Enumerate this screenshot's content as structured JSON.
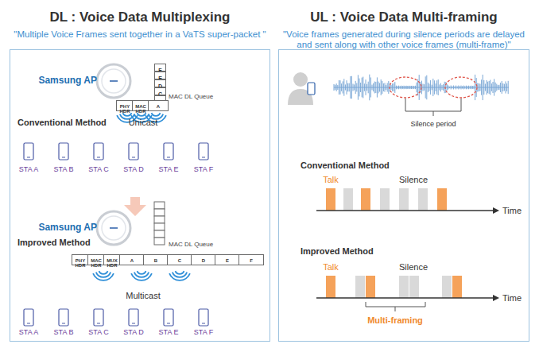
{
  "diagram": {
    "nodes": [
      {
        "text": [
          "DL : Voice Data Multiplexing",
          "\"Multiple Voice Frames sent together in a VaTS super-packet \""
        ]
      },
      {
        "text": [
          "UL : Voice Data Multi-framing",
          "\"Voice frames generated during silence periods are delayed and sent along with other voice frames (multi-frame)\""
        ]
      },
      {
        "text": [
          "F"
        ],
        "in": 0
      },
      {
        "text": [
          "E"
        ],
        "in": 0
      },
      {
        "text": [
          "D"
        ],
        "in": 0
      },
      {
        "text": [
          "C"
        ],
        "in": 0
      },
      {
        "text": [
          "B"
        ],
        "in": 0
      },
      {
        "text": [
          "PHY HDR"
        ],
        "in": 0
      },
      {
        "text": [
          "MAC HDR"
        ],
        "in": 0
      },
      {
        "text": [
          "A"
        ],
        "in": 0
      },
      {
        "text": [
          "PHY HDR"
        ],
        "in": 0
      },
      {
        "text": [
          "MAC HDR"
        ],
        "in": 0
      },
      {
        "text": [
          "MUX HDR"
        ],
        "in": 0
      },
      {
        "text": [
          "A"
        ],
        "in": 0
      },
      {
        "text": [
          "B"
        ],
        "in": 0
      },
      {
        "text": [
          "C"
        ],
        "in": 0
      },
      {
        "text": [
          "D"
        ],
        "in": 0
      },
      {
        "text": [
          "E"
        ],
        "in": 0
      },
      {
        "text": [
          "F"
        ],
        "in": 0
      }
    ],
    "labels": [
      "Samsung AP",
      "MAC DL Queue",
      "Conventional Method",
      "Unicast",
      "STA A",
      "STA B",
      "STA C",
      "STA D",
      "STA E",
      "STA F",
      "Samsung AP",
      "MAC DL Queue",
      "Improved Method",
      "Multicast",
      "STA A",
      "STA B",
      "STA C",
      "STA D",
      "STA E",
      "STA F",
      "Silence period",
      "Conventional Method",
      "Talk",
      "Silence",
      "Time",
      "Improved Method",
      "Talk",
      "Silence",
      "Time",
      "Multi-framing"
    ]
  }
}
